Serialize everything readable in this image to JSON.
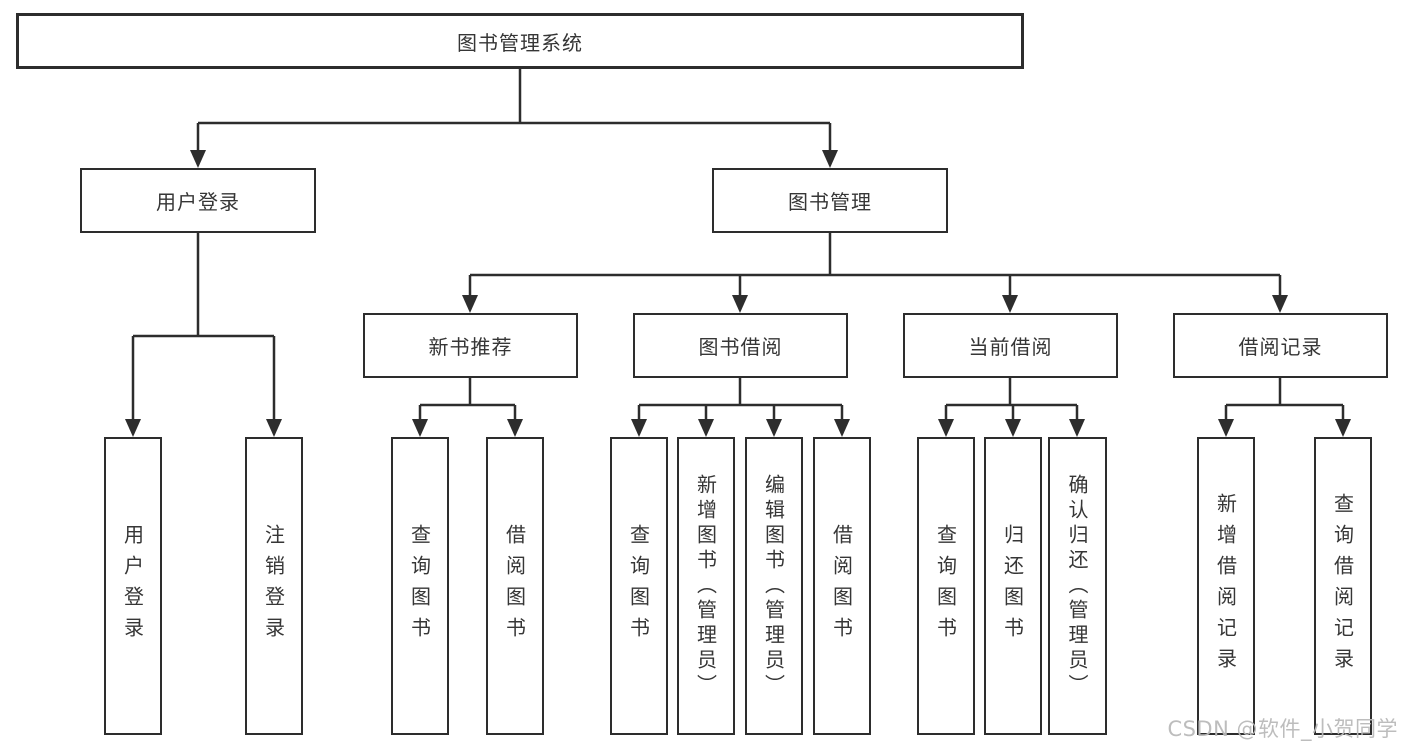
{
  "diagram_title": "图书管理系统",
  "colors": {
    "line": "#2d2d2d",
    "box_border": "#2d2d2d",
    "text": "#363636",
    "background": "#ffffff",
    "watermark": "#b9b9b9"
  },
  "nodes": {
    "root": {
      "label": "图书管理系统"
    },
    "branches": [
      {
        "label": "用户登录",
        "children": [
          {
            "label": "用户登录"
          },
          {
            "label": "注销登录"
          }
        ]
      },
      {
        "label": "图书管理",
        "children": [
          {
            "label": "新书推荐",
            "children": [
              {
                "label": "查询图书"
              },
              {
                "label": "借阅图书"
              }
            ]
          },
          {
            "label": "图书借阅",
            "children": [
              {
                "label": "查询图书"
              },
              {
                "label": "新增图书（管理员）"
              },
              {
                "label": "编辑图书（管理员）"
              },
              {
                "label": "借阅图书"
              }
            ]
          },
          {
            "label": "当前借阅",
            "children": [
              {
                "label": "查询图书"
              },
              {
                "label": "归还图书"
              },
              {
                "label": "确认归还（管理员）"
              }
            ]
          },
          {
            "label": "借阅记录",
            "children": [
              {
                "label": "新增借阅记录"
              },
              {
                "label": "查询借阅记录"
              }
            ]
          }
        ]
      }
    ]
  },
  "watermark": {
    "text": "CSDN @软件_小贺同学"
  }
}
